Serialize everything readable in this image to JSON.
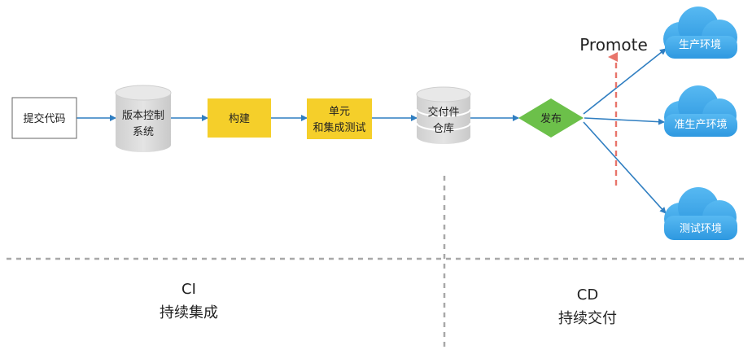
{
  "nodes": {
    "commit": "提交代码",
    "vcs_line1": "版本控制",
    "vcs_line2": "系统",
    "build": "构建",
    "test_line1": "单元",
    "test_line2": "和集成测试",
    "repo_line1": "交付件",
    "repo_line2": "仓库",
    "release": "发布",
    "prod": "生产环境",
    "staging": "准生产环境",
    "testenv": "测试环境",
    "promote": "Promote"
  },
  "sections": {
    "ci_line1": "CI",
    "ci_line2": "持续集成",
    "cd_line1": "CD",
    "cd_line2": "持续交付"
  },
  "colors": {
    "arrow": "#2f7ec1",
    "yellow_box": "#f5cf2a",
    "diamond": "#6cc04a",
    "cloud": "#3aa8ec",
    "promote_arrow": "#e8756b",
    "divider": "#a8a8a8",
    "cylinder": "#d4d4d4"
  }
}
